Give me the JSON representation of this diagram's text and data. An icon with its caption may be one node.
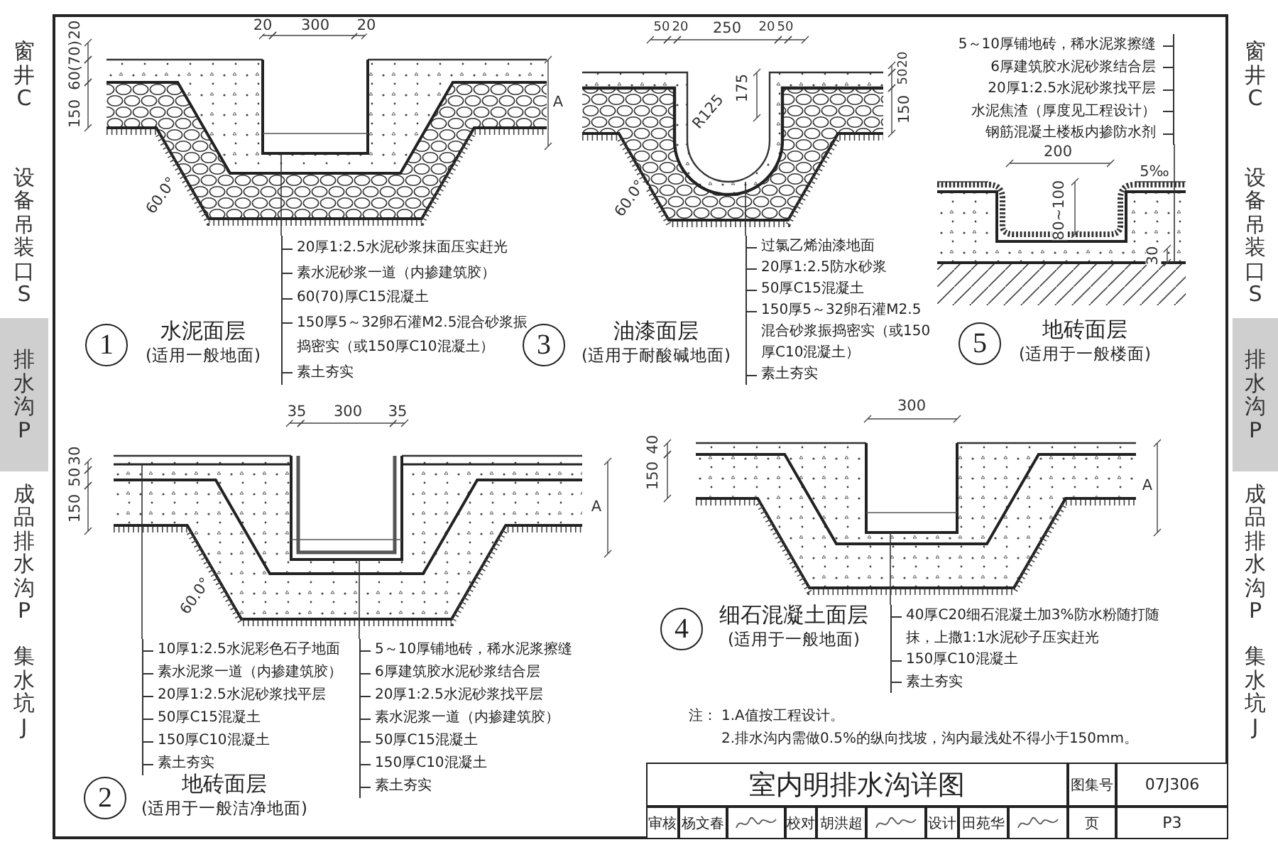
{
  "diagram": {
    "title": "室内明排水沟详图",
    "nodes": [
      {
        "text": [],
        "shape": "picture"
      },
      {
        "text": [
          "20厚1:2.5水泥砂浆抹面压实赶光",
          "素水泥砂浆一道（内掺建筑胶）",
          "60(70)厚C15混凝土",
          "150厚5～32卵石灌M2.5混合砂浆振捣密实（或150厚C10混凝土）",
          "素土夯实"
        ]
      },
      {
        "text": [
          "1"
        ],
        "beside": [
          "水泥面层",
          "(适用一般地面)"
        ]
      },
      {
        "text": [],
        "shape": "picture"
      },
      {
        "text": [
          "过氯乙烯油漆地面",
          "20厚1:2.5防水砂浆",
          "50厚C15混凝土",
          "150厚5～32卵石灌M2.5混合砂浆振捣密实（或150厚C10混凝土）",
          "素土夯实"
        ]
      },
      {
        "text": [
          "3"
        ],
        "beside": [
          "油漆面层",
          "(适用于耐酸碱地面)"
        ]
      },
      {
        "text": [
          "5～10厚铺地砖，稀水泥浆擦缝",
          "6厚建筑胶水泥砂浆结合层",
          "20厚1:2.5水泥砂浆找平层",
          "水泥焦渣（厚度见工程设计）",
          "钢筋混凝土楼板内掺防水剂"
        ]
      },
      {
        "text": [],
        "shape": "picture"
      },
      {
        "text": [
          "5"
        ],
        "beside": [
          "地砖面层",
          "(适用于一般楼面)"
        ]
      },
      {
        "text": [],
        "shape": "picture"
      },
      {
        "text": [
          "10厚1:2.5水泥彩色石子地面",
          "素水泥浆一道（内掺建筑胶）",
          "20厚1:2.5水泥砂浆找平层",
          "50厚C15混凝土",
          "150厚C10混凝土",
          "素土夯实"
        ]
      },
      {
        "text": [
          "5～10厚铺地砖，稀水泥浆擦缝",
          "6厚建筑胶水泥砂浆结合层",
          "20厚1:2.5水泥砂浆找平层",
          "素水泥浆一道（内掺建筑胶）",
          "50厚C15混凝土",
          "150厚C10混凝土",
          "素土夯实"
        ]
      },
      {
        "text": [
          "2"
        ],
        "beside": [
          "地砖面层",
          "(适用于一般洁净地面)"
        ]
      },
      {
        "text": [],
        "shape": "picture"
      },
      {
        "text": [
          "40厚C20细石混凝土加3%防水粉随打随抹，上撒1:1水泥砂子压实赶光",
          "150厚C10混凝土",
          "素土夯实"
        ]
      },
      {
        "text": [
          "4"
        ],
        "beside": [
          "细石混凝土面层",
          "(适用于一般地面)"
        ]
      }
    ],
    "edges": [
      {
        "from": 1,
        "to": 0,
        "arrow": "none"
      },
      {
        "from": 4,
        "to": 3,
        "arrow": "none"
      },
      {
        "from": 6,
        "to": 7,
        "arrow": "none"
      },
      {
        "from": 10,
        "to": 9,
        "arrow": "none"
      },
      {
        "from": 11,
        "to": 9,
        "arrow": "none"
      },
      {
        "from": 14,
        "to": 13,
        "arrow": "none"
      }
    ],
    "labels": [
      "20",
      "300",
      "20",
      "20",
      "60(70)",
      "150",
      "A",
      "60.0°",
      "50",
      "20",
      "250",
      "20",
      "50",
      "175",
      "R125",
      "20",
      "50",
      "150",
      "60.0°",
      "200",
      "5‰",
      "80~100",
      "30",
      "35",
      "300",
      "35",
      "30",
      "50",
      "150",
      "A",
      "60.0°",
      "300",
      "40",
      "150",
      "A",
      "注：",
      "1.A值按工程设计。",
      "2.排水沟内需做0.5%的纵向找坡，沟内最浅处不得小于150mm。",
      "图集号",
      "07J306",
      "审核",
      "杨文春",
      "校对",
      "胡洪超",
      "设计",
      "田苑华",
      "页",
      "P3",
      "窗井C",
      "设备吊装口S",
      "排水沟P",
      "成品排水沟P",
      "集水坑J",
      "窗井C",
      "设备吊装口S",
      "排水沟P",
      "成品排水沟P",
      "集水坑J"
    ]
  }
}
